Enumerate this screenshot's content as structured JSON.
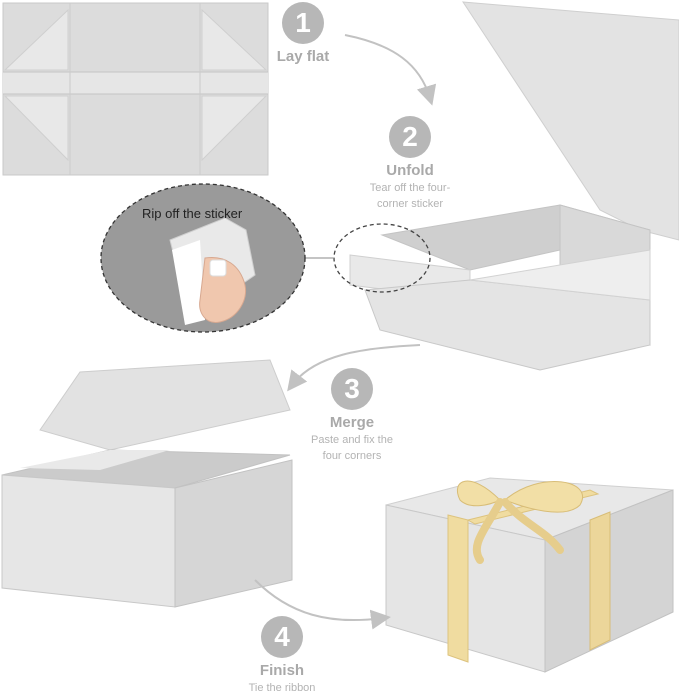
{
  "steps": [
    {
      "number": "1",
      "title": "Lay flat",
      "desc1": "",
      "desc2": ""
    },
    {
      "number": "2",
      "title": "Unfold",
      "desc1": "Tear off the four-",
      "desc2": "corner sticker"
    },
    {
      "number": "3",
      "title": "Merge",
      "desc1": "Paste and fix the",
      "desc2": "four corners"
    },
    {
      "number": "4",
      "title": "Finish",
      "desc1": "Tie the ribbon",
      "desc2": ""
    }
  ],
  "zoom_callout": "Rip off the sticker",
  "colors": {
    "box_light": "#e9e9e9",
    "box_mid": "#d8d8d8",
    "box_dark": "#c6c6c6",
    "badge": "#b7b7b7",
    "ribbon": "#f0dca0"
  }
}
